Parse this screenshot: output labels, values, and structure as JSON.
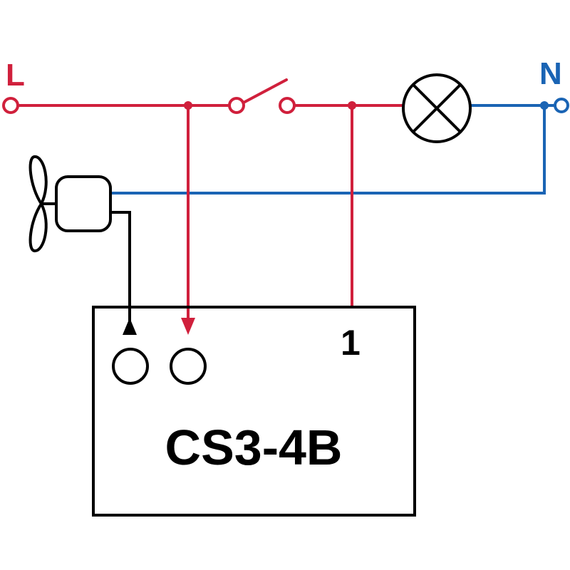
{
  "labels": {
    "live": "L",
    "neutral": "N",
    "terminal": "1",
    "device_model": "CS3-4B"
  },
  "colors": {
    "live_wire": "#d0203c",
    "neutral_wire": "#1a64b4",
    "control_wire": "#000000",
    "background": "#ffffff"
  },
  "components": {
    "switch": "switch-icon",
    "lamp": "lamp-icon",
    "fan_motor": "fan-motor-icon",
    "controller": "controller-box"
  }
}
